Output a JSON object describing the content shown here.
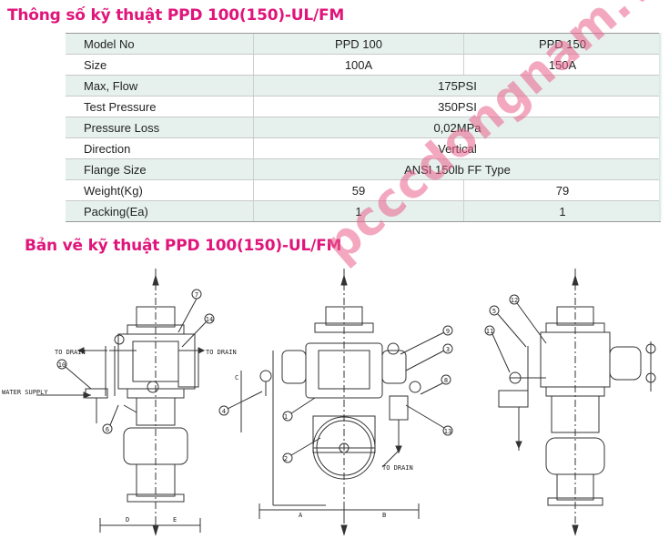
{
  "heading_specs": "Thông số kỹ thuật PPD 100(150)-UL/FM",
  "heading_drawing": "Bản vẽ kỹ thuật PPD 100(150)-UL/FM",
  "watermark": "pcccdongnam.vn",
  "spec_table": {
    "rows": [
      {
        "label": "Model No",
        "v1": "PPD 100",
        "v2": "PPD 150"
      },
      {
        "label": "Size",
        "v1": "100A",
        "v2": "150A"
      },
      {
        "label": "Max, Flow",
        "merged": "175PSI"
      },
      {
        "label": "Test Pressure",
        "merged": "350PSI"
      },
      {
        "label": "Pressure Loss",
        "merged": "0,02MPa"
      },
      {
        "label": "Direction",
        "merged": "Vertical"
      },
      {
        "label": "Flange Size",
        "merged": "ANSI 150lb FF Type"
      },
      {
        "label": "Weight(Kg)",
        "v1": "59",
        "v2": "79"
      },
      {
        "label": "Packing(Ea)",
        "v1": "1",
        "v2": "1"
      }
    ]
  },
  "drawing_labels": {
    "to_drain_left": "TO DRAIN",
    "to_drain_mid": "TO DRAIN",
    "to_drain_bottom": "TO DRAIN",
    "water_supply": "WATER SUPPLY",
    "dim_d": "D",
    "dim_e": "E",
    "dim_a": "A",
    "dim_b": "B",
    "dim_c": "C",
    "callouts": [
      "1",
      "2",
      "3",
      "4",
      "5",
      "6",
      "7",
      "8",
      "9",
      "10",
      "11",
      "12",
      "13",
      "14"
    ]
  }
}
